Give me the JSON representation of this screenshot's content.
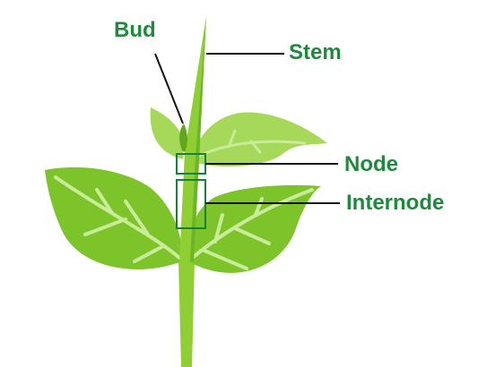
{
  "labels": {
    "bud": "Bud",
    "stem": "Stem",
    "node": "Node",
    "internode": "Internode"
  },
  "colors": {
    "label_text": "#1e8a3c",
    "leaf_main": "#7cc42a",
    "leaf_light": "#a6d95a",
    "leaf_dark": "#5fa81d",
    "stem": "#8fcf33",
    "stem_dark": "#6bb626",
    "vein": "#c9eb9a",
    "box_stroke": "#17803a",
    "leader_line": "#111111"
  }
}
